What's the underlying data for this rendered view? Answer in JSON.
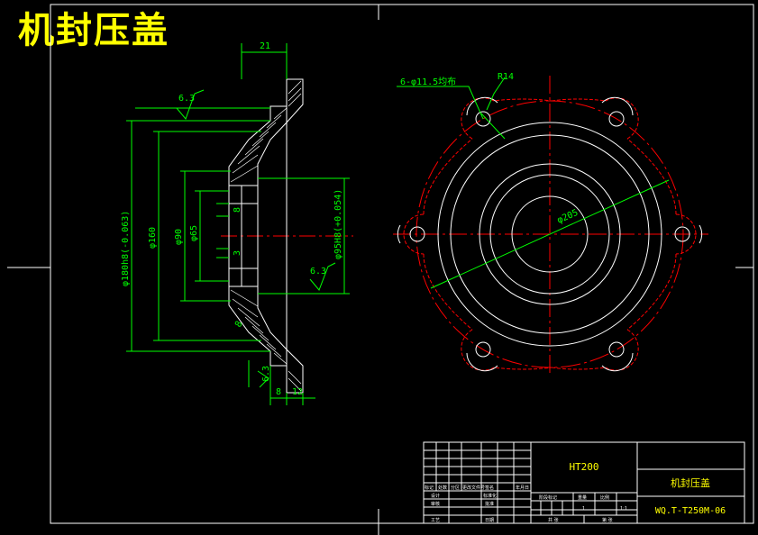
{
  "title": "机封压盖",
  "colors": {
    "background": "#000000",
    "outline": "#ffffff",
    "dimension": "#00ff00",
    "centerline": "#ff0000",
    "title_text": "#ffff00"
  },
  "section_view": {
    "dim_top": "21",
    "roughness_top": "6.3",
    "roughness_right": "6.3",
    "roughness_bottom": "6.3",
    "dia_outer": "φ180h8(-0.063)",
    "dia_160": "φ160",
    "dia_90": "φ90",
    "dia_65": "φ65",
    "dia_95": "φ95H8(+0.054)",
    "dim_8_a": "8",
    "dim_3": "3",
    "dim_8_chamfer": "8",
    "dim_8_bottom": "8",
    "dim_12_bottom": "12"
  },
  "plan_view": {
    "holes_label": "6-φ11.5均布",
    "radius_label": "R14",
    "bolt_circle": "φ205"
  },
  "title_block": {
    "material": "HT200",
    "part_name": "机封压盖",
    "drawing_no": "WQ.T-T250M-06",
    "row_labels": [
      "标记",
      "处数",
      "分区",
      "更改文件号",
      "签名",
      "年月日"
    ],
    "design": "设计",
    "standardize": "标准化",
    "review": "审核",
    "craft": "工艺",
    "approve": "批准",
    "date": "日期",
    "stage_mark": "阶段标记",
    "weight": "重量",
    "scale": "比例",
    "sheets_total": "共 张",
    "sheet_no": "第 张",
    "scale_value": "1:1",
    "weight_value": "1"
  }
}
